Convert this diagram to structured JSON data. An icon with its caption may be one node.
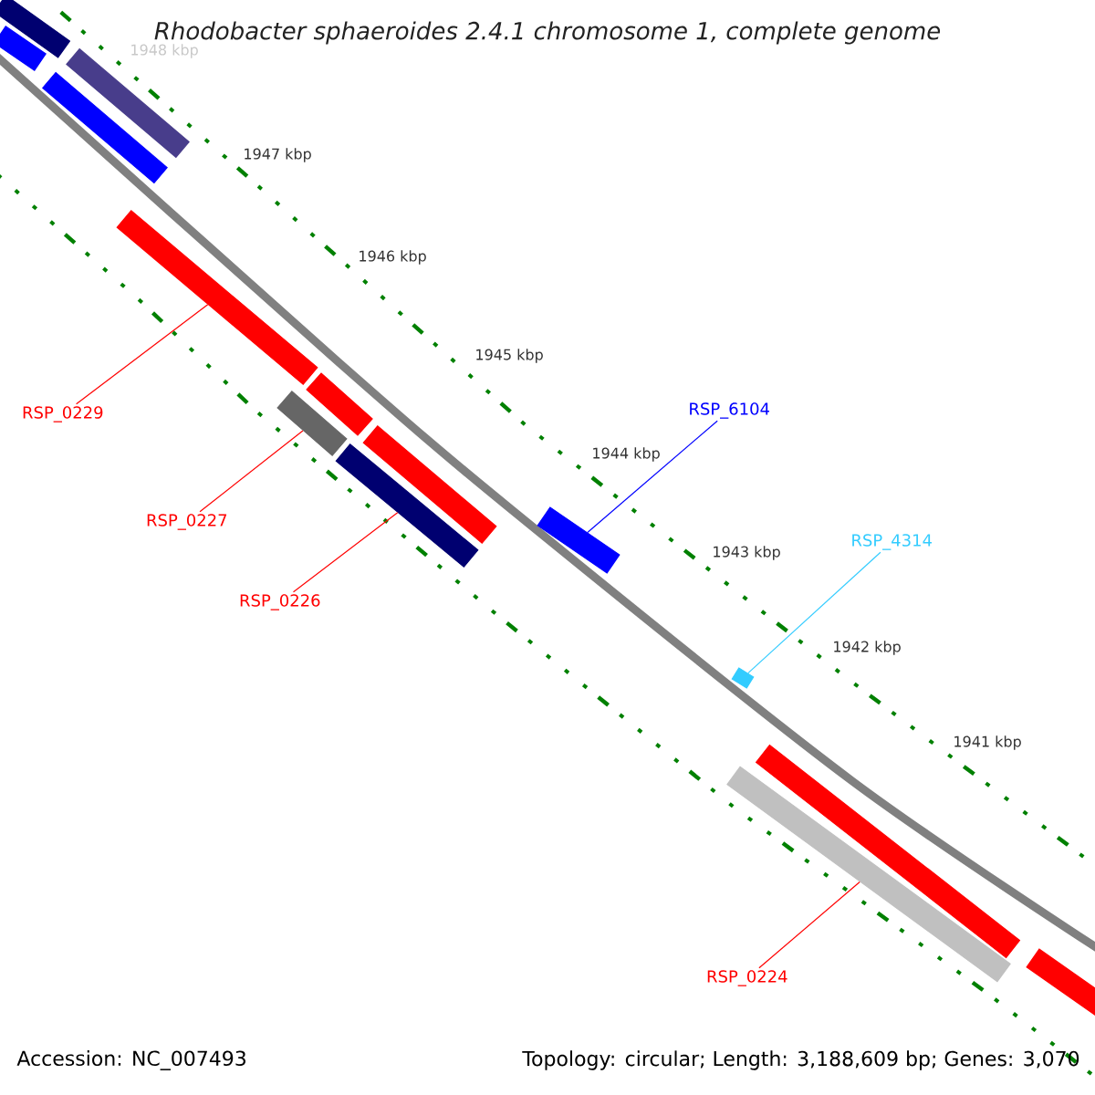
{
  "diagram": {
    "title": "Rhodobacter sphaeroides 2.4.1 chromosome 1, complete genome",
    "nodes": [
      {
        "text": [
          "RSP_6104"
        ]
      },
      {
        "text": [
          "RSP_0229"
        ]
      },
      {
        "text": [
          "RSP_0227"
        ]
      },
      {
        "text": [
          "RSP_4314"
        ]
      },
      {
        "text": [
          "RSP_0226"
        ]
      },
      {
        "text": [
          "RSP_0224"
        ]
      },
      {
        "text": [],
        "shape": "bar"
      },
      {
        "text": [],
        "shape": "bar"
      },
      {
        "text": [],
        "shape": "bar"
      },
      {
        "text": [],
        "shape": "bar"
      },
      {
        "text": [],
        "shape": "bar"
      },
      {
        "text": [],
        "shape": "bar"
      },
      {
        "text": [],
        "shape": "bar"
      },
      {
        "text": [],
        "shape": "bar"
      },
      {
        "text": [],
        "shape": "bar"
      },
      {
        "text": [],
        "shape": "bar"
      },
      {
        "text": [],
        "shape": "bar"
      },
      {
        "text": [],
        "shape": "bar"
      },
      {
        "text": [],
        "shape": "bar"
      },
      {
        "text": [],
        "shape": "bar"
      }
    ],
    "edges": [
      {
        "from": 0,
        "to": 15,
        "arrow": "none",
        "color": "#0000ff"
      },
      {
        "from": 1,
        "to": 10,
        "arrow": "none"
      },
      {
        "from": 2,
        "to": 11,
        "arrow": "none"
      },
      {
        "from": 3,
        "to": 17,
        "arrow": "none",
        "color": "#33ccff"
      },
      {
        "from": 4,
        "to": 13,
        "arrow": "none"
      },
      {
        "from": 5,
        "to": 16,
        "arrow": "none"
      }
    ],
    "labels": [
      "1948 kbp",
      "1947 kbp",
      "1946 kbp",
      "1945 kbp",
      "1944 kbp",
      "1943 kbp",
      "1942 kbp",
      "1941 kbp",
      "Accession: NC_007493",
      "Topology: circular; Length: 3,188,609 bp; Genes: 3,070"
    ]
  }
}
